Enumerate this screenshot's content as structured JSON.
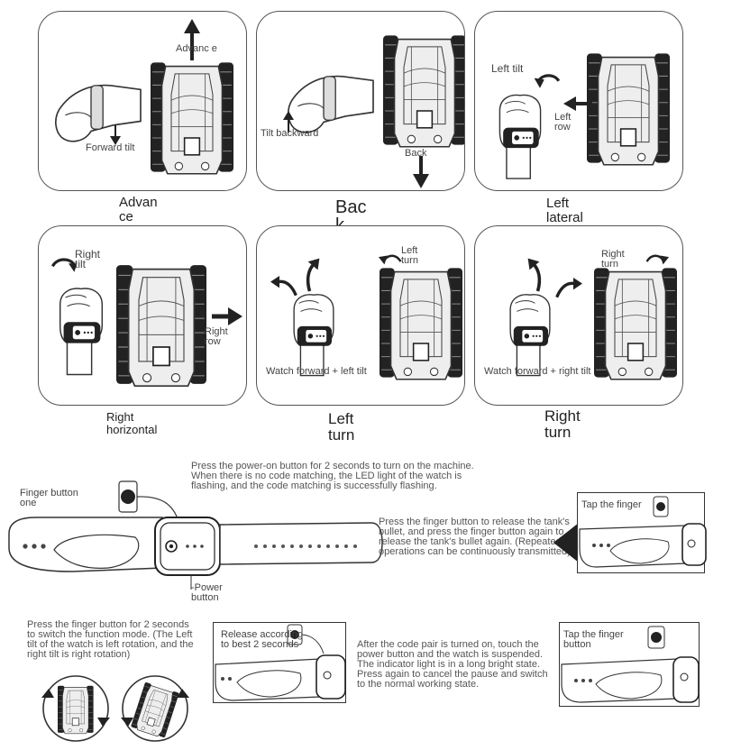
{
  "panels": [
    {
      "id": "advance",
      "caption": "Advan ce",
      "labels": [
        "Advanc e",
        "Forward tilt"
      ]
    },
    {
      "id": "back",
      "caption": "Bac k",
      "labels": [
        "Tilt backward",
        "Back"
      ]
    },
    {
      "id": "left-lateral",
      "caption": "Left lateral",
      "labels": [
        "Left tilt",
        "Left row"
      ]
    },
    {
      "id": "right-horizontal",
      "caption": "Right horizontal",
      "labels": [
        "Right tilt",
        "Right row"
      ]
    },
    {
      "id": "left-turn",
      "caption": "Left turn",
      "labels": [
        "Left turn",
        "Watch forward + left tilt"
      ]
    },
    {
      "id": "right-turn",
      "caption": "Right turn",
      "labels": [
        "Right turn",
        "Watch forward + right tilt"
      ]
    }
  ],
  "watch": {
    "finger_button": "Finger button one",
    "power_button": "-Power button",
    "power_text": "Press the power-on button for 2 seconds to turn on the machine. When there is no code matching, the LED light of the watch is flashing, and the code matching is successfully flashing.",
    "bullet_text": "Press the finger button to release the tank's bullet, and press the finger button again to release the tank's bullet again. (Repeated operations can be continuously transmitted)",
    "tap_finger_1": "Tap the finger",
    "mode_text": "Press the finger button for 2 seconds to switch the function mode. (The Left tilt of the watch is left rotation, and the right tilt is right rotation)",
    "release_text": "Release according to best 2 seconds",
    "suspend_text": "After the code pair is turned on, touch the power button and the watch is suspended. The indicator light is in a long bright state. Press again to cancel the pause and switch to the normal working state.",
    "tap_finger_2": "Tap the finger button"
  }
}
